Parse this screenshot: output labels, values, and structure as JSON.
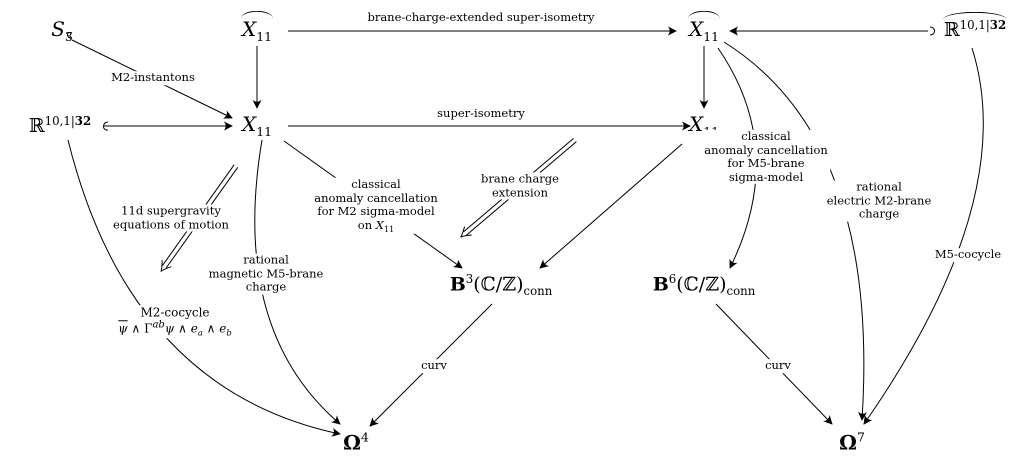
{
  "nodes": {
    "s3": {
      "base": "S",
      "sub": "3"
    },
    "x11hat_left": {
      "base": "X",
      "sub": "11"
    },
    "x11hat_right": {
      "base": "X",
      "sub": "11"
    },
    "r_super_hat": {
      "bb": "ℝ",
      "sup": "10,1|",
      "supbf": "32"
    },
    "r_super_left": {
      "bb": "ℝ",
      "sup": "10,1|",
      "supbf": "32"
    },
    "x11_left": {
      "base": "X",
      "sub": "11"
    },
    "x11_right": {
      "base": "X",
      "sub": "11"
    },
    "b3": {
      "base": "B",
      "sup": "3",
      "rest": "(ℂ/ℤ)",
      "sub": "conn"
    },
    "b6": {
      "base": "B",
      "sup": "6",
      "rest": "(ℂ/ℤ)",
      "sub": "conn"
    },
    "omega4": {
      "base": "Ω",
      "sup": "4"
    },
    "omega7": {
      "base": "Ω",
      "sup": "7"
    }
  },
  "labels": {
    "brane_charge_extended": [
      "brane-charge-extended super-isometry"
    ],
    "m2_instantons": [
      "M2-instantons"
    ],
    "super_isometry": [
      "super-isometry"
    ],
    "anomaly_m5": [
      "classical",
      "anomaly cancellation",
      "for M5-brane",
      "sigma-model"
    ],
    "brane_charge_extension": [
      "brane charge",
      "extension"
    ],
    "anomaly_m2": [
      "classical",
      "anomaly cancellation",
      "for M2 sigma-model",
      "on "
    ],
    "anomaly_m2_x": "X",
    "anomaly_m2_sub": "11",
    "sugra": [
      "11d supergravity",
      "equations of motion"
    ],
    "rational_m5": [
      "rational",
      "magnetic M5-brane",
      "charge"
    ],
    "rational_m2": [
      "rational",
      "electric M2-brane",
      "charge"
    ],
    "m5_cocycle": [
      "M5-cocycle"
    ],
    "m2_cocycle_title": "M2-cocycle",
    "m2_cocycle_formula": {
      "psi": "ψ",
      "wedge": "∧",
      "gamma": "Γ",
      "ab": "ab",
      "e": "e",
      "a": "a",
      "b": "b"
    },
    "curv_left": [
      "curv"
    ],
    "curv_right": [
      "curv"
    ]
  }
}
